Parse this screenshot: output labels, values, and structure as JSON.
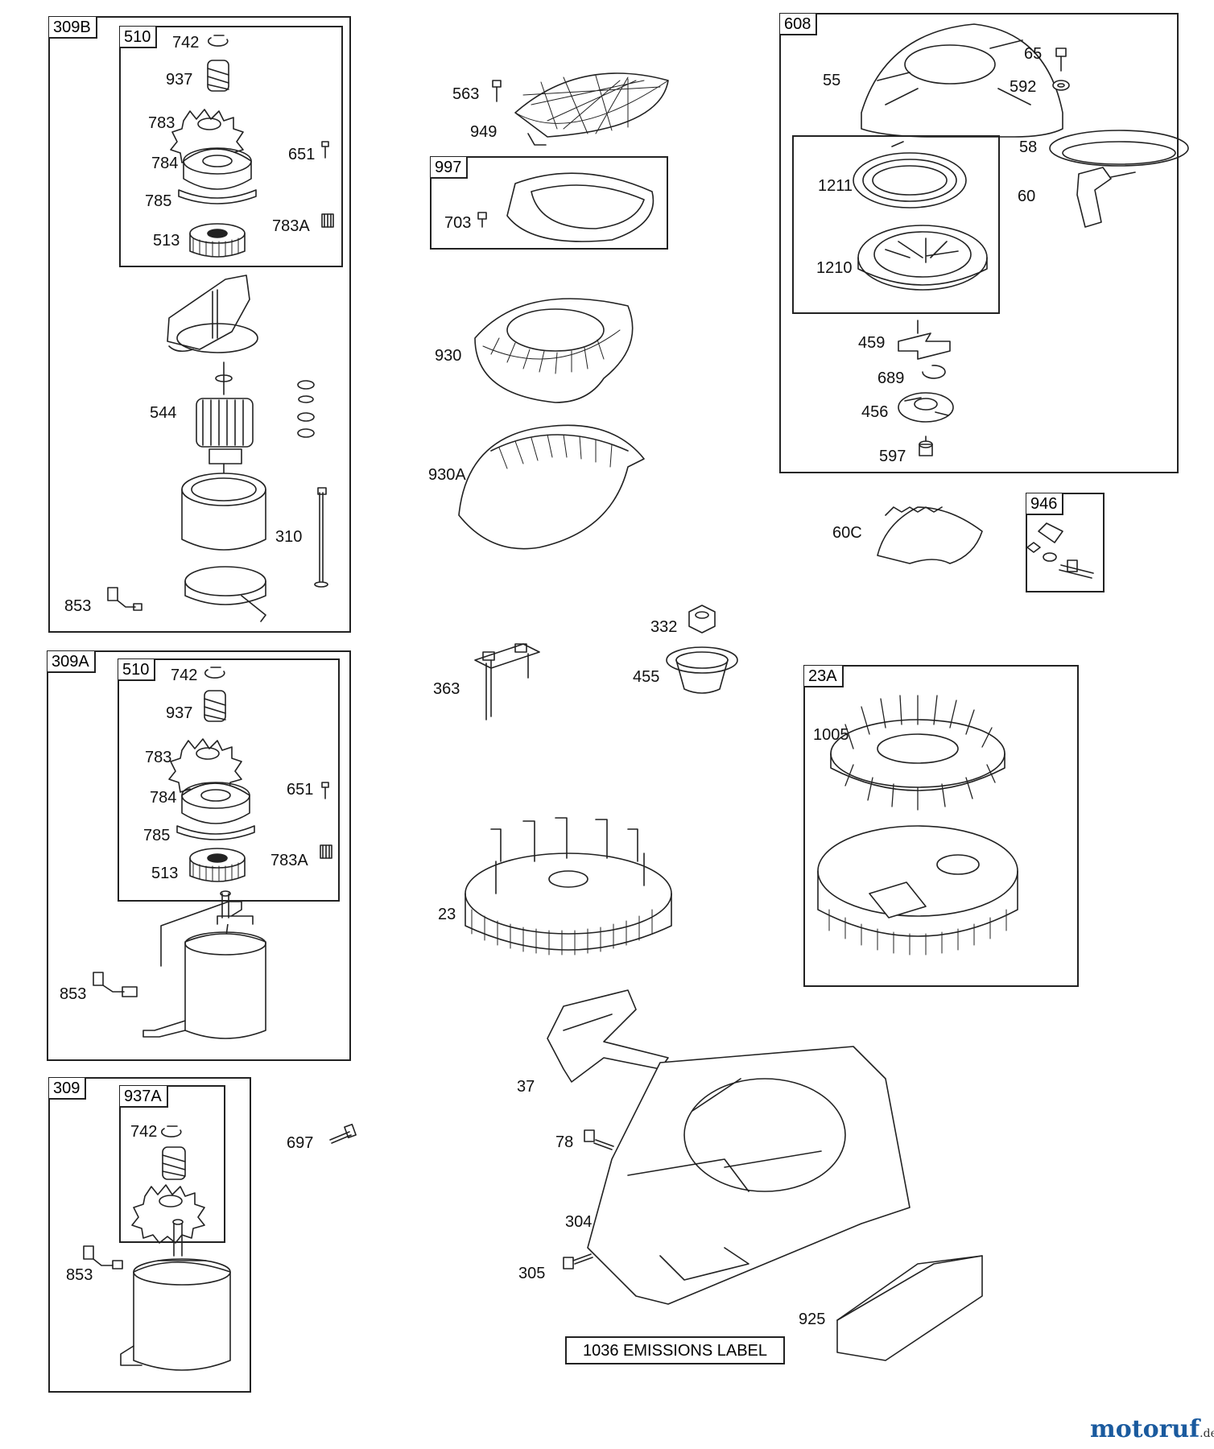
{
  "boxes": {
    "b309b": "309B",
    "b510a": "510",
    "b309a": "309A",
    "b510b": "510",
    "b309": "309",
    "b937a": "937A",
    "b997": "997",
    "b608": "608",
    "b946": "946",
    "b23a": "23A"
  },
  "labels": {
    "l742a": "742",
    "l937a": "937",
    "l783a": "783",
    "l784a": "784",
    "l785a": "785",
    "l651a": "651",
    "l513a": "513",
    "l783Aa": "783A",
    "l544": "544",
    "l310": "310",
    "l853a": "853",
    "l742b": "742",
    "l937b": "937",
    "l783b": "783",
    "l784b": "784",
    "l785b": "785",
    "l651b": "651",
    "l513b": "513",
    "l783Ab": "783A",
    "l853b": "853",
    "l742c": "742",
    "l853c": "853",
    "l697": "697",
    "l563": "563",
    "l949": "949",
    "l703": "703",
    "l930": "930",
    "l930A": "930A",
    "l363": "363",
    "l332": "332",
    "l455": "455",
    "l23": "23",
    "l37": "37",
    "l78": "78",
    "l304": "304",
    "l305": "305",
    "l925": "925",
    "l55": "55",
    "l65": "65",
    "l592": "592",
    "l58": "58",
    "l60": "60",
    "l1211": "1211",
    "l1210": "1210",
    "l459": "459",
    "l689": "689",
    "l456": "456",
    "l597": "597",
    "l60C": "60C",
    "l1005": "1005"
  },
  "emissions_label": "1036 EMISSIONS LABEL",
  "brand": {
    "name": "motoruf",
    "tld": ".de",
    "color": "#1a5a9e"
  }
}
